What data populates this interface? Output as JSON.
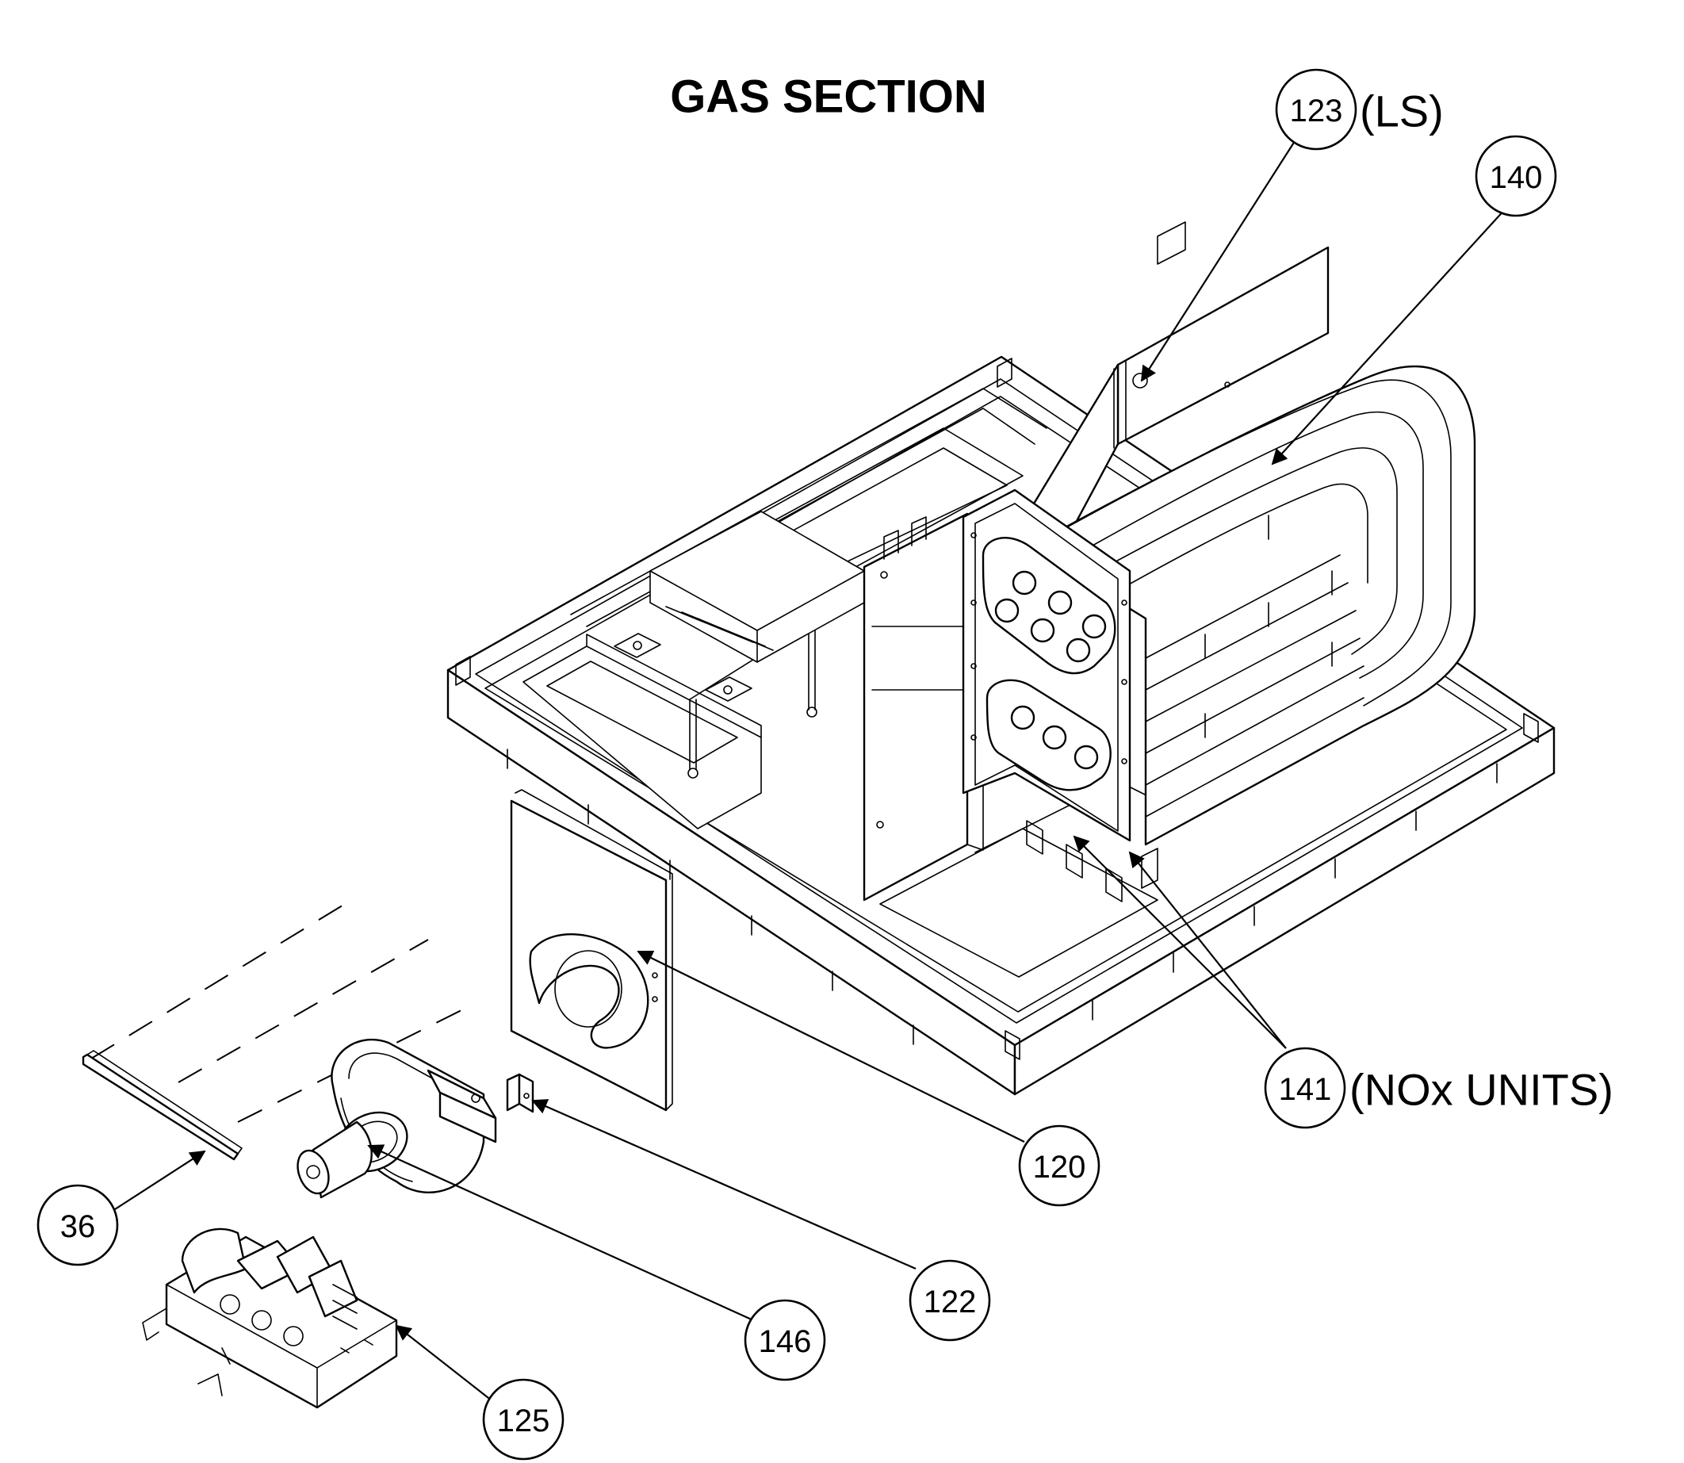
{
  "title": "GAS SECTION",
  "callouts": [
    {
      "id": "123",
      "label": "123",
      "suffix": "(LS)"
    },
    {
      "id": "140",
      "label": "140",
      "suffix": ""
    },
    {
      "id": "141",
      "label": "141",
      "suffix": "(NOx UNITS)"
    },
    {
      "id": "120",
      "label": "120",
      "suffix": ""
    },
    {
      "id": "36",
      "label": "36",
      "suffix": ""
    },
    {
      "id": "122",
      "label": "122",
      "suffix": ""
    },
    {
      "id": "146",
      "label": "146",
      "suffix": ""
    },
    {
      "id": "125",
      "label": "125",
      "suffix": ""
    }
  ]
}
